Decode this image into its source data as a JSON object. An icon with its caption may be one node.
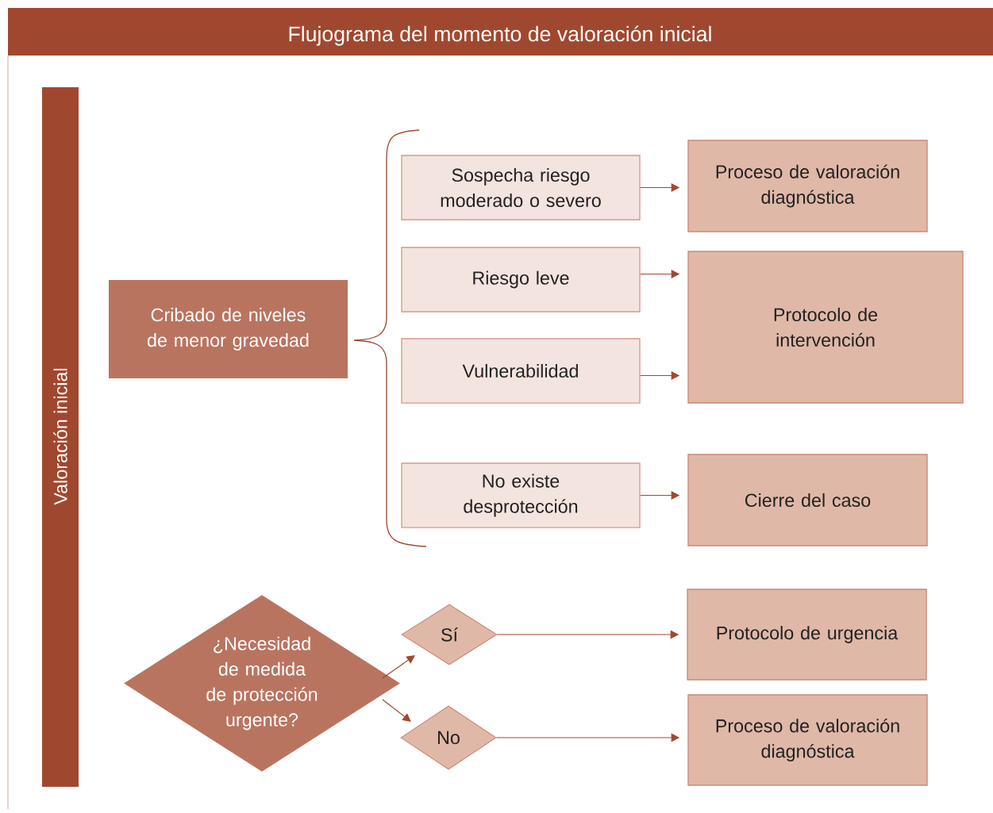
{
  "diagram": {
    "title": "Flujograma del momento de valoración inicial",
    "nodes": [
      {
        "text": [
          "Valoración inicial"
        ]
      },
      {
        "text": [
          "Cribado de niveles de menor gravedad"
        ]
      },
      {
        "text": [
          "Sospecha riesgo moderado o severo"
        ]
      },
      {
        "text": [
          "Riesgo leve"
        ]
      },
      {
        "text": [
          "Vulnerabilidad"
        ]
      },
      {
        "text": [
          "No existe desprotección"
        ]
      },
      {
        "text": [
          "Proceso de valoración diagnóstica"
        ]
      },
      {
        "text": [
          "Protocolo de intervención"
        ]
      },
      {
        "text": [
          "Cierre del caso"
        ]
      },
      {
        "text": [
          "¿Necesidad de medida de protección urgente?"
        ]
      },
      {
        "text": [
          "Sí"
        ]
      },
      {
        "text": [
          "No"
        ]
      },
      {
        "text": [
          "Protocolo de urgencia"
        ]
      },
      {
        "text": [
          "Proceso de valoración diagnóstica"
        ]
      }
    ],
    "edges": [
      {
        "from": 2,
        "to": 6,
        "arrow": "to"
      },
      {
        "from": 3,
        "to": 7,
        "arrow": "to"
      },
      {
        "from": 4,
        "to": 7,
        "arrow": "to"
      },
      {
        "from": 5,
        "to": 8,
        "arrow": "to"
      },
      {
        "from": 9,
        "to": 10,
        "arrow": "to"
      },
      {
        "from": 9,
        "to": 11,
        "arrow": "to"
      },
      {
        "from": 10,
        "to": 12,
        "arrow": "to"
      },
      {
        "from": 11,
        "to": 13,
        "arrow": "to"
      }
    ]
  }
}
